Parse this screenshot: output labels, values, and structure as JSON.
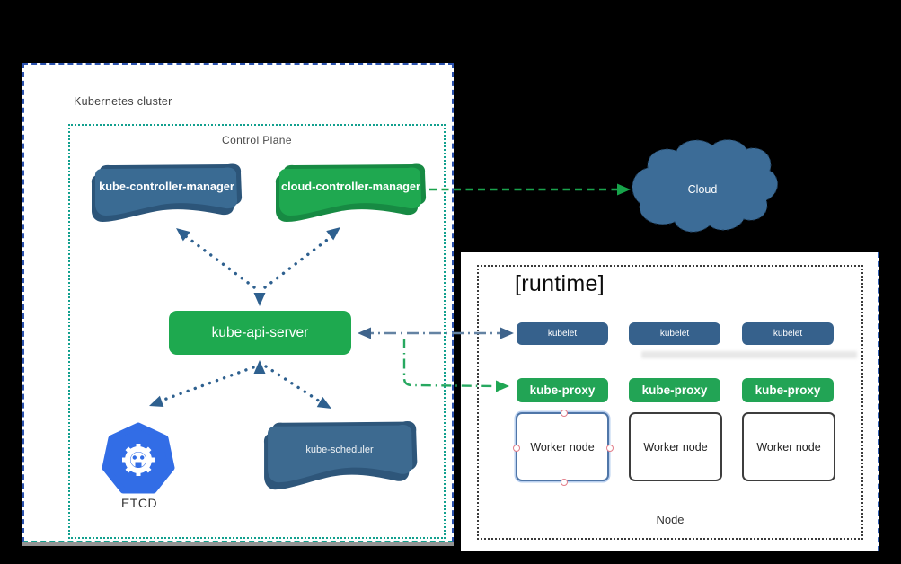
{
  "cluster": {
    "title": "Kubernetes cluster",
    "control_plane": {
      "label": "Control Plane"
    },
    "components": {
      "kube_controller_manager": {
        "label": "kube-controller-manager",
        "color": "#3a6b93"
      },
      "cloud_controller_manager": {
        "label": "cloud-controller-manager",
        "color": "#1fa850"
      },
      "kube_api_server": {
        "label": "kube-api-server",
        "color": "#1ea94f"
      },
      "kube_scheduler": {
        "label": "kube-scheduler",
        "color": "#3d6a90"
      },
      "etcd": {
        "label": "ETCD",
        "color": "#326de6"
      }
    }
  },
  "cloud": {
    "label": "Cloud",
    "color": "#3c6c97"
  },
  "node_group": {
    "runtime_label": "[runtime]",
    "node_label": "Node",
    "kubelets": [
      {
        "label": "kubelet"
      },
      {
        "label": "kubelet"
      },
      {
        "label": "kubelet"
      }
    ],
    "kube_proxies": [
      {
        "label": "kube-proxy"
      },
      {
        "label": "kube-proxy"
      },
      {
        "label": "kube-proxy"
      }
    ],
    "worker_nodes": [
      {
        "label": "Worker node",
        "selected": true
      },
      {
        "label": "Worker node",
        "selected": false
      },
      {
        "label": "Worker node",
        "selected": false
      }
    ]
  },
  "colors": {
    "background": "#000000",
    "cluster_border": "#2b52ae",
    "control_plane_border": "#12a08e",
    "node_inner_border": "#3b3b3b",
    "arrow_blue": "#2e608f",
    "arrow_slate": "#6483a3",
    "arrow_green": "#1aa24c",
    "kubelet_fill": "#36618c",
    "kube_proxy_fill": "#22a455",
    "selection_handle": "#e27e8a"
  }
}
